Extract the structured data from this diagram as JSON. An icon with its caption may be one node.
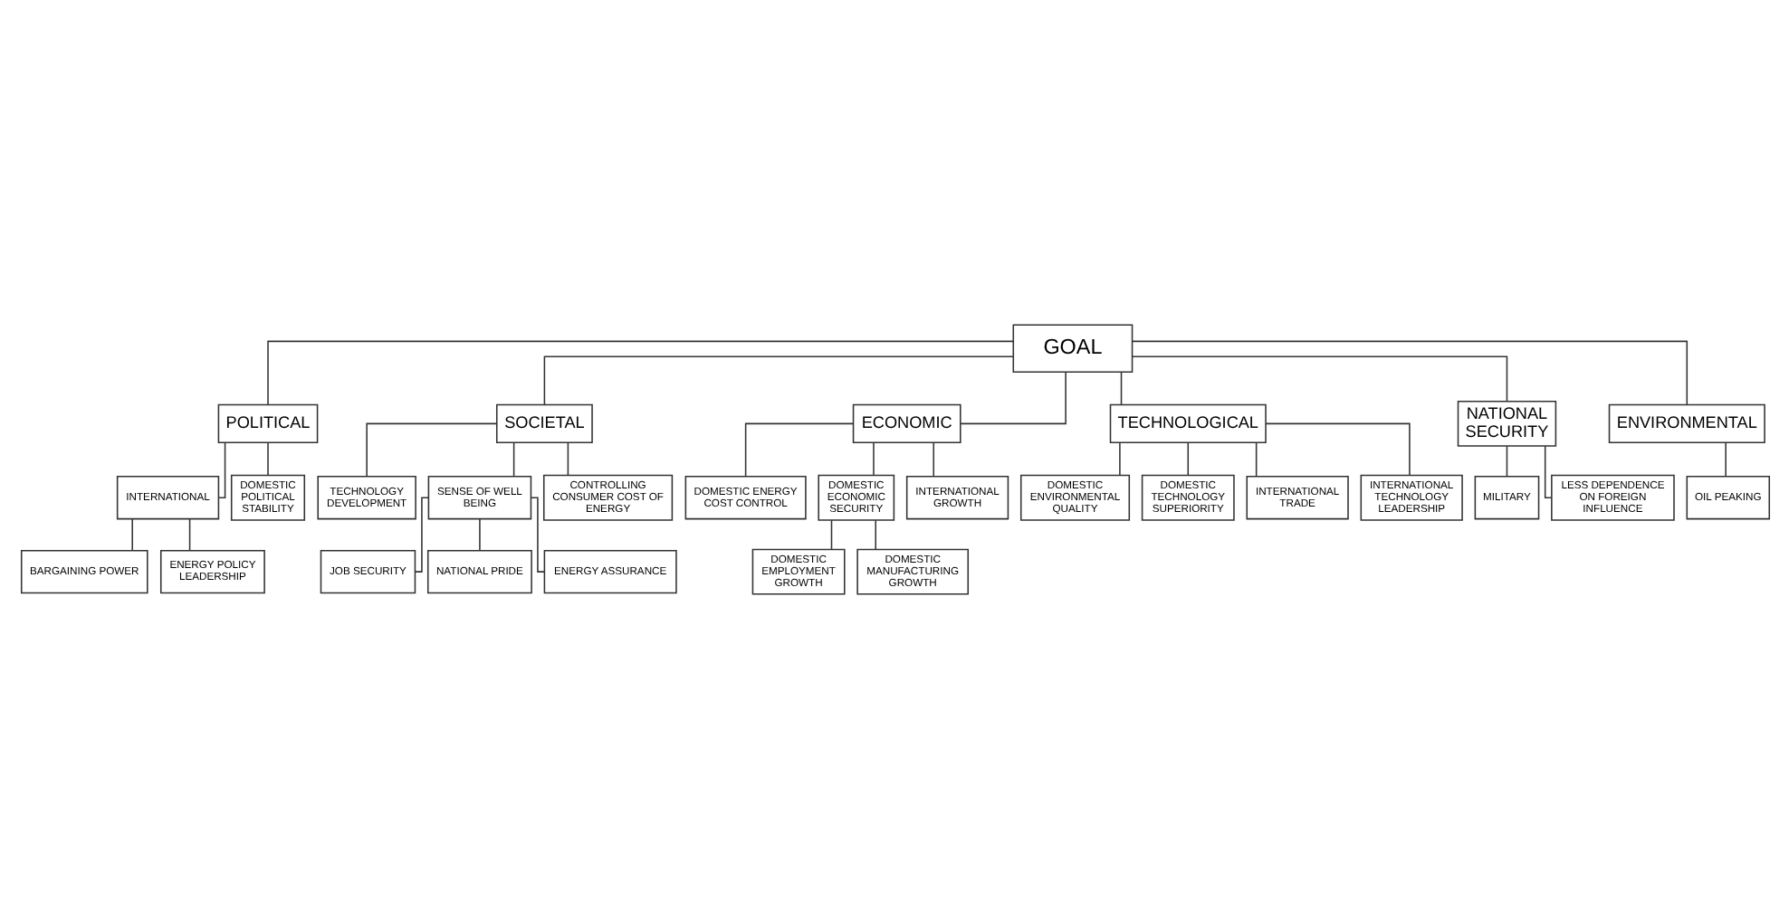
{
  "diagram": {
    "nodes": [
      {
        "text": [
          "GOAL"
        ]
      },
      {
        "text": [
          "POLITICAL"
        ]
      },
      {
        "text": [
          "SOCIETAL"
        ]
      },
      {
        "text": [
          "ECONOMIC"
        ]
      },
      {
        "text": [
          "TECHNOLOGICAL"
        ]
      },
      {
        "text": [
          "NATIONAL SECURITY"
        ]
      },
      {
        "text": [
          "ENVIRONMENTAL"
        ]
      },
      {
        "text": [
          "INTERNATIONAL"
        ]
      },
      {
        "text": [
          "DOMESTIC POLITICAL STABILITY"
        ]
      },
      {
        "text": [
          "BARGAINING POWER"
        ]
      },
      {
        "text": [
          "ENERGY POLICY LEADERSHIP"
        ]
      },
      {
        "text": [
          "TECHNOLOGY DEVELOPMENT"
        ]
      },
      {
        "text": [
          "SENSE OF WELL BEING"
        ]
      },
      {
        "text": [
          "CONTROLLING CONSUMER COST OF ENERGY"
        ]
      },
      {
        "text": [
          "JOB SECURITY"
        ]
      },
      {
        "text": [
          "NATIONAL PRIDE"
        ]
      },
      {
        "text": [
          "ENERGY ASSURANCE"
        ]
      },
      {
        "text": [
          "DOMESTIC ENVIRONMENTAL QUALITY"
        ]
      },
      {
        "text": [
          "DOMESTIC TECHNOLOGY SUPERIORITY"
        ]
      },
      {
        "text": [
          "INTERNATIONAL TRADE"
        ]
      },
      {
        "text": [
          "INTERNATIONAL TECHNOLOGY LEADERSHIP"
        ]
      },
      {
        "text": [
          "MILITARY"
        ]
      },
      {
        "text": [
          "LESS DEPENDENCE ON FOREIGN INFLUENCE"
        ]
      },
      {
        "text": [
          "OIL PEAKING"
        ]
      },
      {
        "text": [
          "DOMESTIC ENERGY COST CONTROL"
        ]
      },
      {
        "text": [
          "DOMESTIC ECONOMIC SECURITY"
        ]
      },
      {
        "text": [
          "INTERNATIONAL GROWTH"
        ]
      },
      {
        "text": [
          "DOMESTIC EMPLOYMENT GROWTH"
        ]
      },
      {
        "text": [
          "DOMESTIC MANUFACTURING GROWTH"
        ]
      }
    ],
    "edges": [
      {
        "from": 0,
        "to": 1,
        "arrow": "none"
      },
      {
        "from": 0,
        "to": 2,
        "arrow": "none"
      },
      {
        "from": 0,
        "to": 3,
        "arrow": "none"
      },
      {
        "from": 0,
        "to": 4,
        "arrow": "none"
      },
      {
        "from": 0,
        "to": 5,
        "arrow": "none"
      },
      {
        "from": 0,
        "to": 6,
        "arrow": "none"
      },
      {
        "from": 1,
        "to": 7,
        "arrow": "none"
      },
      {
        "from": 1,
        "to": 8,
        "arrow": "none"
      },
      {
        "from": 7,
        "to": 9,
        "arrow": "none"
      },
      {
        "from": 7,
        "to": 10,
        "arrow": "none"
      },
      {
        "from": 2,
        "to": 11,
        "arrow": "none"
      },
      {
        "from": 2,
        "to": 12,
        "arrow": "none"
      },
      {
        "from": 2,
        "to": 13,
        "arrow": "none"
      },
      {
        "from": 12,
        "to": 14,
        "arrow": "none"
      },
      {
        "from": 12,
        "to": 15,
        "arrow": "none"
      },
      {
        "from": 12,
        "to": 16,
        "arrow": "none"
      },
      {
        "from": 4,
        "to": 17,
        "arrow": "none"
      },
      {
        "from": 4,
        "to": 18,
        "arrow": "none"
      },
      {
        "from": 4,
        "to": 19,
        "arrow": "none"
      },
      {
        "from": 4,
        "to": 20,
        "arrow": "none"
      },
      {
        "from": 5,
        "to": 21,
        "arrow": "none"
      },
      {
        "from": 5,
        "to": 22,
        "arrow": "none"
      },
      {
        "from": 6,
        "to": 23,
        "arrow": "none"
      },
      {
        "from": 3,
        "to": 24,
        "arrow": "none"
      },
      {
        "from": 3,
        "to": 25,
        "arrow": "none"
      },
      {
        "from": 3,
        "to": 26,
        "arrow": "none"
      },
      {
        "from": 25,
        "to": 27,
        "arrow": "none"
      },
      {
        "from": 25,
        "to": 28,
        "arrow": "none"
      }
    ]
  }
}
